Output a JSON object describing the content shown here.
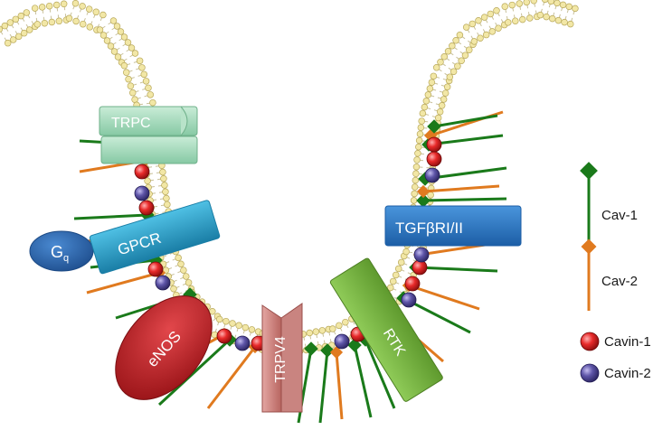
{
  "proteins": {
    "trpc": "TRPC",
    "gpcr": "GPCR",
    "gq_main": "G",
    "gq_sub": "q",
    "enos": "eNOS",
    "trpv4": "TRPV4",
    "tgfb": "TGFβRI/II",
    "rtk": "RTK"
  },
  "legend": {
    "cav1": "Cav-1",
    "cav2": "Cav-2",
    "cavin1": "Cavin-1",
    "cavin2": "Cavin-2"
  },
  "colors": {
    "cav1": "#1a7a1a",
    "cav2": "#e07a1f",
    "cavin1": "#e02020",
    "cavin2": "#5a4fa0",
    "lipid_head": "#f2e7a6",
    "trpc": "#a9dcc0",
    "gpcr": "#2b9bc4",
    "gq": "#2f6fb5",
    "enos": "#c8262b",
    "trpv4": "#d48a86",
    "tgfb": "#3178c6",
    "rtk": "#7ab844"
  }
}
